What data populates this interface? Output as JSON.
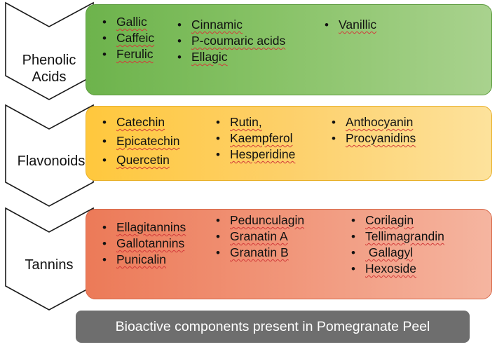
{
  "categories": [
    {
      "label": "Phenolic Acids",
      "label_lines": [
        "Phenolic",
        "Acids"
      ],
      "columns": [
        [
          "Gallic",
          "Caffeic",
          "Ferulic"
        ],
        [
          "Cinnamic",
          "P-coumaric acids",
          "Ellagic"
        ],
        [
          "Vanillic"
        ]
      ]
    },
    {
      "label": "Flavonoids",
      "label_lines": [
        "Flavonoids"
      ],
      "columns": [
        [
          "Catechin",
          "Epicatechin",
          "Quercetin"
        ],
        [
          "Rutin,",
          "Kaempferol",
          "Hesperidine"
        ],
        [
          "Anthocyanin",
          "Procyanidins"
        ]
      ]
    },
    {
      "label": "Tannins",
      "label_lines": [
        "Tannins"
      ],
      "columns": [
        [
          "Ellagitannins",
          "Gallotannins",
          "Punicalin"
        ],
        [
          "Pedunculagin",
          "Granatin A",
          "Granatin B"
        ],
        [
          "Corilagin",
          "Tellimagrandin",
          " Gallagyl",
          "Hexoside"
        ]
      ]
    }
  ],
  "caption": "Bioactive components present in Pomegranate Peel",
  "colors": {
    "phenolic_band": "#87c266",
    "flavonoid_band": "#fdd06a",
    "tannin_band": "#f1967a",
    "caption_bg": "#6e6e6e"
  }
}
